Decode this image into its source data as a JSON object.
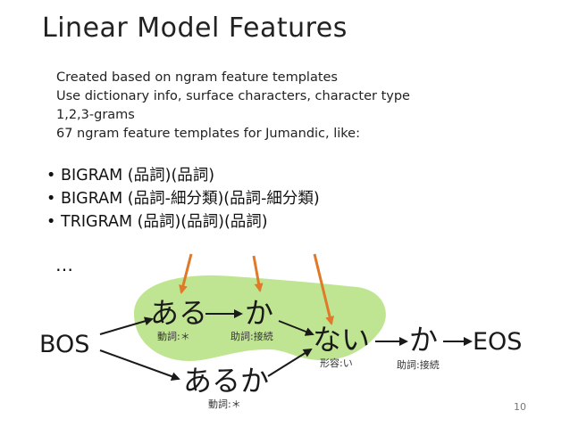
{
  "title": "Linear Model Features",
  "intro_lines": [
    "Created based on ngram feature templates",
    "Use dictionary info, surface characters, character type",
    "1,2,3-grams",
    "67 ngram feature templates for Jumandic, like:"
  ],
  "bullets": [
    "BIGRAM (品詞)(品詞)",
    "BIGRAM (品詞-細分類)(品詞-細分類)",
    "TRIGRAM (品詞)(品詞)(品詞)"
  ],
  "bullet_glyph": "•",
  "ellipsis": "…",
  "lattice": {
    "nodes": {
      "bos": "BOS",
      "aru": "ある",
      "ka1": "か",
      "nai": "ない",
      "ka2": "か",
      "eos": "EOS",
      "aruka": "あるか"
    },
    "pos_labels": {
      "aru": "動詞:＊",
      "ka1": "助詞:接続",
      "nai": "形容:い",
      "ka2": "助詞:接続",
      "aruka": "動詞:＊"
    }
  },
  "colors": {
    "highlight": "#b5e07f",
    "arrow_orange": "#e07a2a",
    "text": "#1a1a1a"
  },
  "page_number": "10"
}
